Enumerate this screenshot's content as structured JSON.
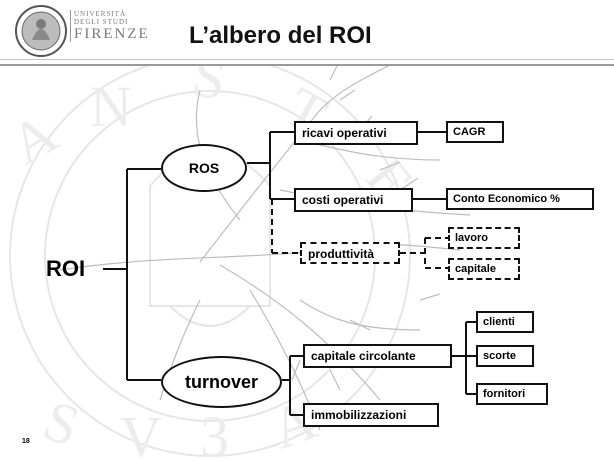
{
  "header": {
    "university_line1": "UNIVERSITÀ",
    "university_line2": "DEGLI STUDI",
    "university_line3": "FIRENZE",
    "title": "L’albero del ROI"
  },
  "nodes": {
    "roi": "ROI",
    "ros": "ROS",
    "turnover": "turnover",
    "ricavi_operativi": "ricavi operativi",
    "cagr": "CAGR",
    "costi_operativi": "costi operativi",
    "conto_economico": "Conto Economico %",
    "produttivita": "produttività",
    "lavoro": "lavoro",
    "capitale": "capitale",
    "capitale_circolante": "capitale circolante",
    "clienti": "clienti",
    "scorte": "scorte",
    "fornitori": "fornitori",
    "immobilizzazioni": "immobilizzazioni"
  },
  "footer": {
    "page_number": "18"
  }
}
